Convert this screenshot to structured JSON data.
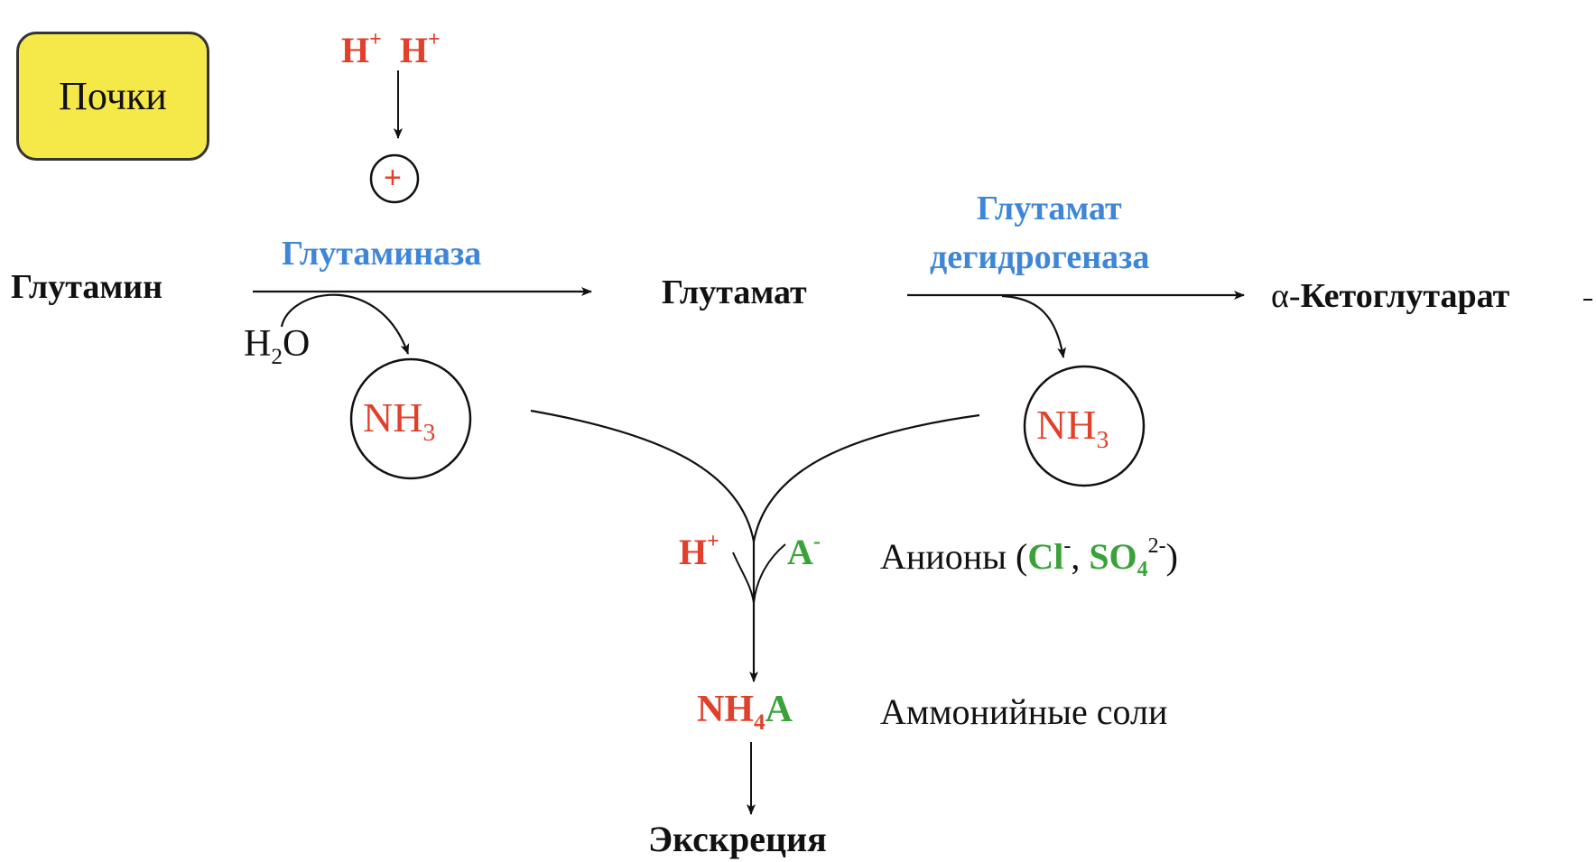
{
  "organ_label": "Почки",
  "protons_top": {
    "h1": "H",
    "h2": "H",
    "charge": "+"
  },
  "activator_sign": "+",
  "enzymes": {
    "glutaminase": "Глутаминаза",
    "glutamate_dh_line1": "Глутамат",
    "glutamate_dh_line2": "дегидрогеназа"
  },
  "metabolites": {
    "glutamine": "Глутамин",
    "glutamate": "Глутамат",
    "alpha_prefix": "α-",
    "alpha_ketoglutarate": "Кетоглутарат"
  },
  "water": {
    "h": "H",
    "sub": "2",
    "o": "O"
  },
  "ammonia": {
    "nh": "NH",
    "sub": "3"
  },
  "proton_anion": {
    "h": "H",
    "plus": "+",
    "a": "A",
    "minus": "-"
  },
  "anions": {
    "label": "Анионы (",
    "cl": "Cl",
    "cl_charge": "-",
    "comma": ", ",
    "so": "SO",
    "so_sub": "4",
    "so_charge": "2-",
    "close": ")"
  },
  "ammonium_salt": {
    "nh": "NH",
    "sub": "4",
    "a": "A",
    "label": "Аммонийные соли"
  },
  "excretion": "Экскреция",
  "colors": {
    "red": "#e0402c",
    "blue": "#3f86d6",
    "green": "#3aa23a",
    "box_fill": "#f5e94a"
  }
}
